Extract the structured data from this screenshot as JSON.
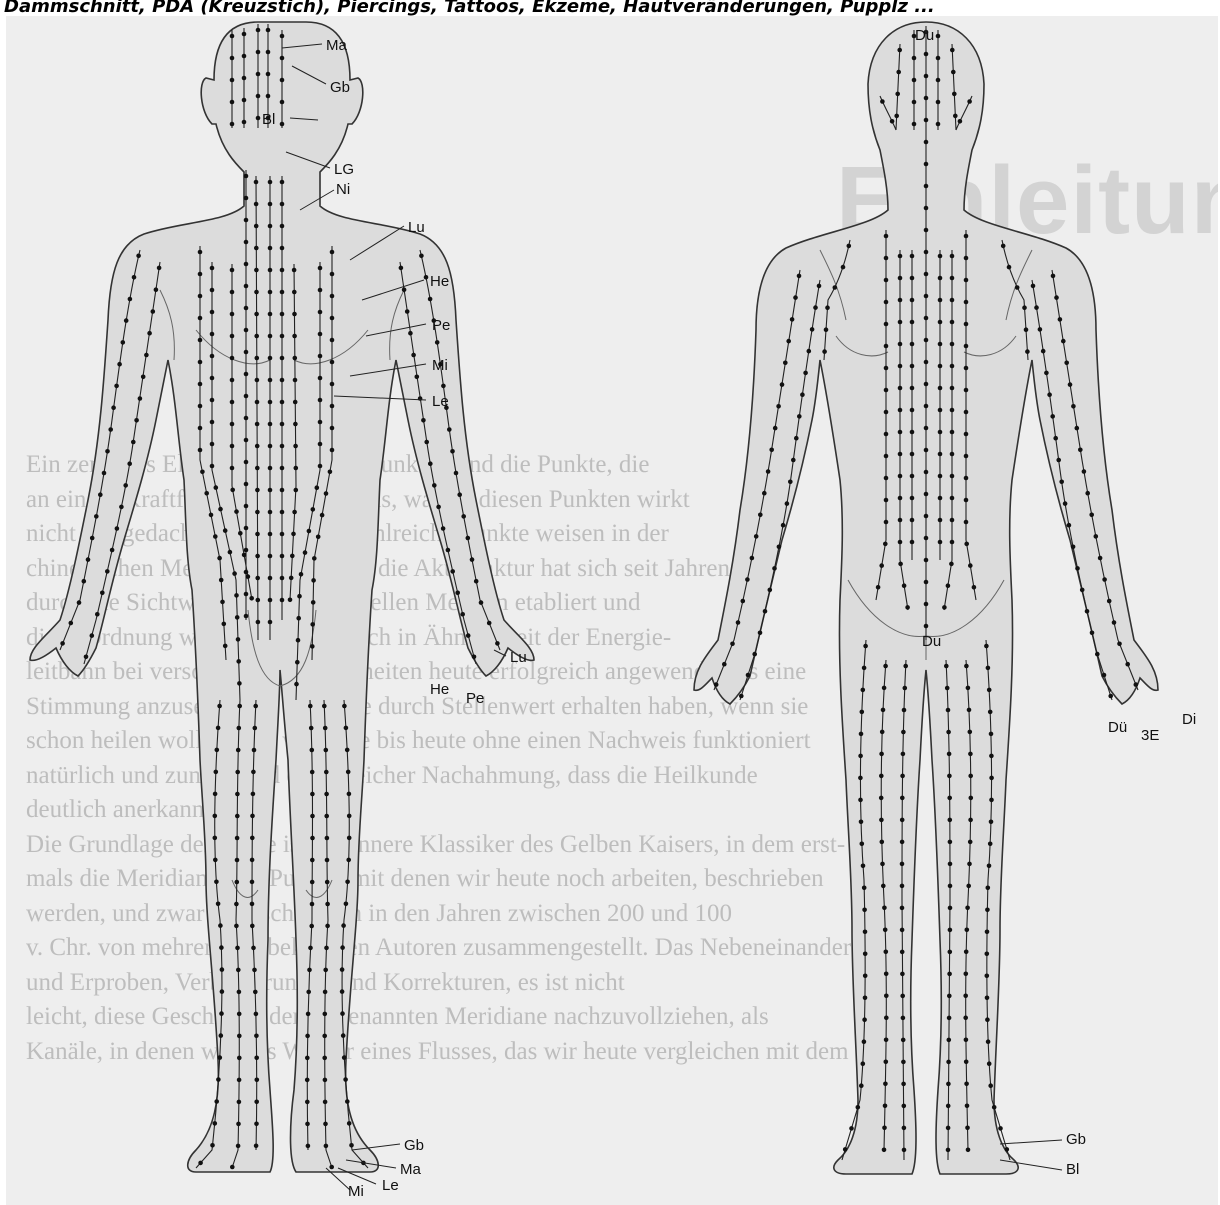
{
  "caption": "Dammschnitt, PDA (Kreuzstich), Piercings, Tattoos, Ekzeme, Hautveränderungen, Pupplz ...",
  "background_page": {
    "heading": "Einleitung",
    "lines": [
      "Ein zentrales Element bei der Akupunktur sind die Punkte, die",
      "an einem Kraftfeld liegen, damit das, was an diesen Punkten wirkt",
      "nicht nur gedacht werden kann, Zahlreiche Punkte weisen in der",
      "chinesischen Medizin allgemeinen die Akupunktur hat sich seit Jahren",
      "durch die Sichtweise der Traditionellen Medizin etabliert und",
      "diese Ordnung wurde vermehrt auch in Ähnlichkeit der Energie-",
      "leitbahn bei verschiedenen Krankheiten heute erfolgreich angewendet als eine",
      "Stimmung anzusehen die sie heute durch Stellenwert erhalten haben, wenn sie",
      "schon heilen wollen, und wenn sie bis heute ohne einen Nachweis funktioniert",
      "natürlich und zunehmend erfolgreicher Nachahmung, dass die Heilkunde",
      "deutlich anerkannt ist.",
      "Die Grundlage der Lehre ist der innere Klassiker des Gelben Kaisers, in dem erst-",
      "mals die Meridiane und Punkte, mit denen wir heute noch arbeiten, beschrieben",
      "werden, und zwar wahrscheinlich in den Jahren zwischen 200 und 100",
      "v. Chr. von mehreren unbekannten Autoren zusammengestellt. Das Nebeneinander",
      "und Erproben, Verbesserungen und Korrekturen, es ist nicht",
      "leicht, diese Geschichte der so genannten Meridiane nachzuvollziehen, als",
      "Kanäle, in denen wie das Wasser eines Flusses, das wir heute vergleichen mit dem"
    ]
  },
  "figure": {
    "front_labels": {
      "ma_head": "Ma",
      "gb_head": "Gb",
      "bl_face": "Bl",
      "lg": "LG",
      "ni": "Ni",
      "lu_chest": "Lu",
      "he_chest": "He",
      "pe_chest": "Pe",
      "mi_chest": "Mi",
      "le_chest": "Le",
      "lu_hand": "Lu",
      "he_hand": "He",
      "pe_hand": "Pe",
      "gb_foot": "Gb",
      "ma_foot": "Ma",
      "le_foot": "Le",
      "mi_foot": "Mi"
    },
    "back_labels": {
      "du_head": "Du",
      "du_back": "Du",
      "dü_hand": "Dü",
      "3e_hand": "3E",
      "di_hand": "Di",
      "gb_foot": "Gb",
      "bl_foot": "Bl"
    },
    "colors": {
      "body_fill": "#dcdcdc",
      "outline": "#333333",
      "meridian": "#222222",
      "point": "#111111"
    }
  }
}
